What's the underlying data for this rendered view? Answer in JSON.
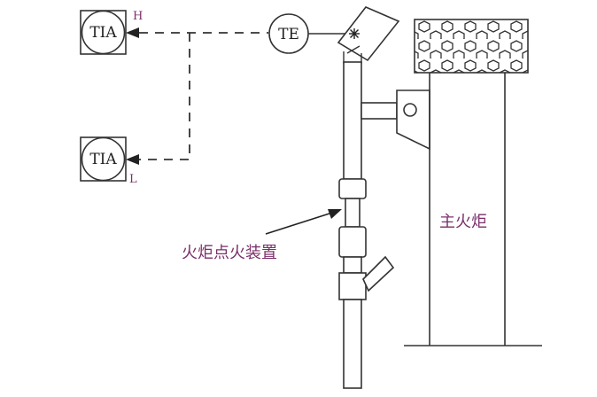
{
  "labels": {
    "tia_high": "TIA",
    "tia_low": "TIA",
    "te": "TE",
    "high_marker": "H",
    "low_marker": "L",
    "ignition_device": "火炬点火装置",
    "main_flare": "主火炬"
  },
  "colors": {
    "line": "#333333",
    "text_accent": "#7b2f6b",
    "background": "#ffffff"
  },
  "icons": {
    "spark": "asterisk-spark-icon",
    "pointer": "arrow-pointer-icon"
  }
}
